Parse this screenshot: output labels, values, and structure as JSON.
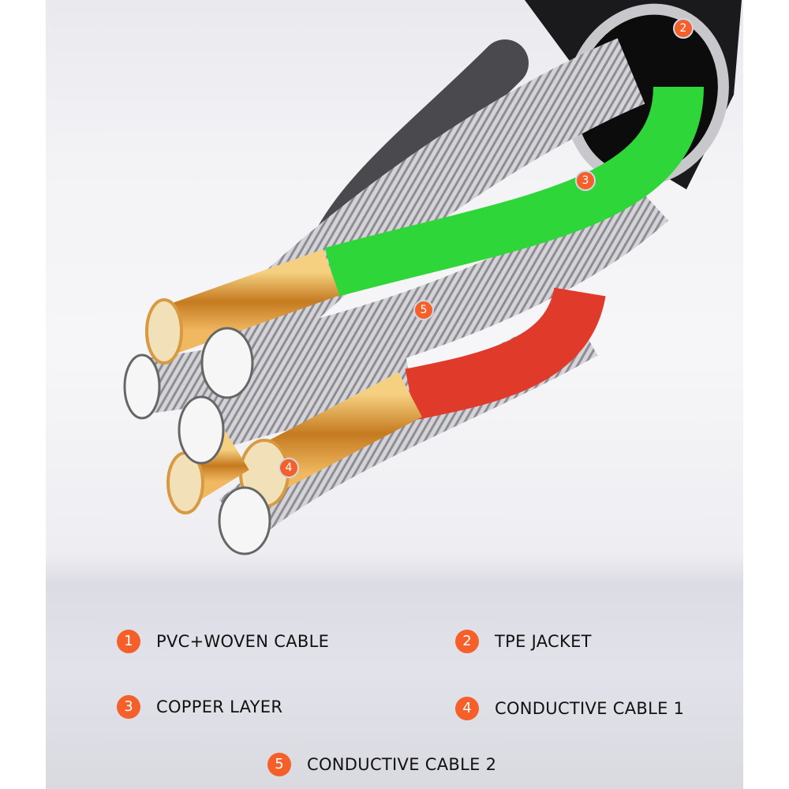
{
  "markers": [
    "2",
    "3",
    "5",
    "4"
  ],
  "legend": [
    {
      "num": "1",
      "label": "PVC+WOVEN CABLE"
    },
    {
      "num": "2",
      "label": "TPE JACKET"
    },
    {
      "num": "3",
      "label": "COPPER LAYER"
    },
    {
      "num": "4",
      "label": "CONDUCTIVE CABLE 1"
    },
    {
      "num": "5",
      "label": "CONDUCTIVE CABLE 2"
    }
  ],
  "colors": {
    "badge": "#f5602a",
    "green": "#2fd63a",
    "red": "#e03a2a",
    "copper": "#d8902e"
  }
}
